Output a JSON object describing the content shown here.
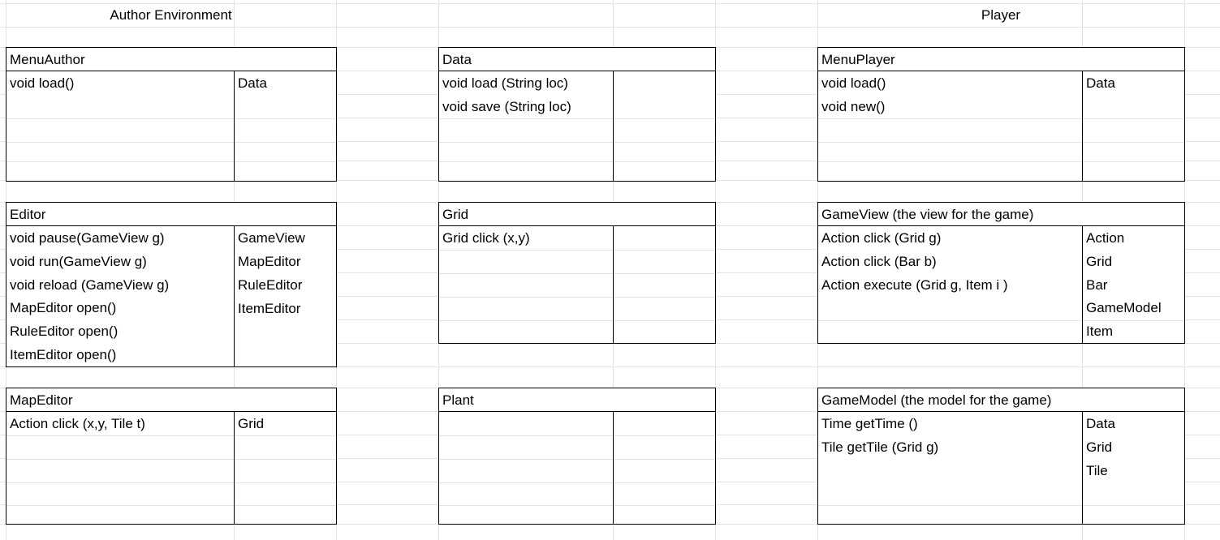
{
  "headers": {
    "author": "Author Environment",
    "player": "Player"
  },
  "cards": {
    "menu_author": {
      "title": "MenuAuthor",
      "methods": [
        "void load()"
      ],
      "deps": [
        "Data"
      ]
    },
    "data": {
      "title": "Data",
      "methods": [
        "void load (String loc)",
        "void save (String loc)"
      ],
      "deps": []
    },
    "menu_player": {
      "title": "MenuPlayer",
      "methods": [
        "void load()",
        "void new()"
      ],
      "deps": [
        "Data"
      ]
    },
    "editor": {
      "title": "Editor",
      "methods": [
        "void pause(GameView g)",
        "void run(GameView g)",
        "void reload (GameView g)",
        "MapEditor open()",
        "RuleEditor open()",
        "ItemEditor open()"
      ],
      "deps": [
        "GameView",
        "MapEditor",
        "RuleEditor",
        "ItemEditor"
      ]
    },
    "grid": {
      "title": "Grid",
      "methods": [
        "Grid click (x,y)"
      ],
      "deps": []
    },
    "game_view": {
      "title": "GameView (the view for the game)",
      "methods": [
        "Action click (Grid g)",
        "Action click (Bar b)",
        "Action execute (Grid g, Item i )"
      ],
      "deps": [
        "Action",
        "Grid",
        "Bar",
        "GameModel",
        "Item"
      ]
    },
    "map_editor": {
      "title": "MapEditor",
      "methods": [
        "Action click (x,y, Tile t)"
      ],
      "deps": [
        "Grid"
      ]
    },
    "plant": {
      "title": "Plant",
      "methods": [],
      "deps": []
    },
    "game_model": {
      "title": "GameModel (the model for the game)",
      "methods": [
        "Time getTime ()",
        "Tile getTile (Grid g)"
      ],
      "deps": [
        "Data",
        "Grid",
        "Tile"
      ]
    }
  }
}
